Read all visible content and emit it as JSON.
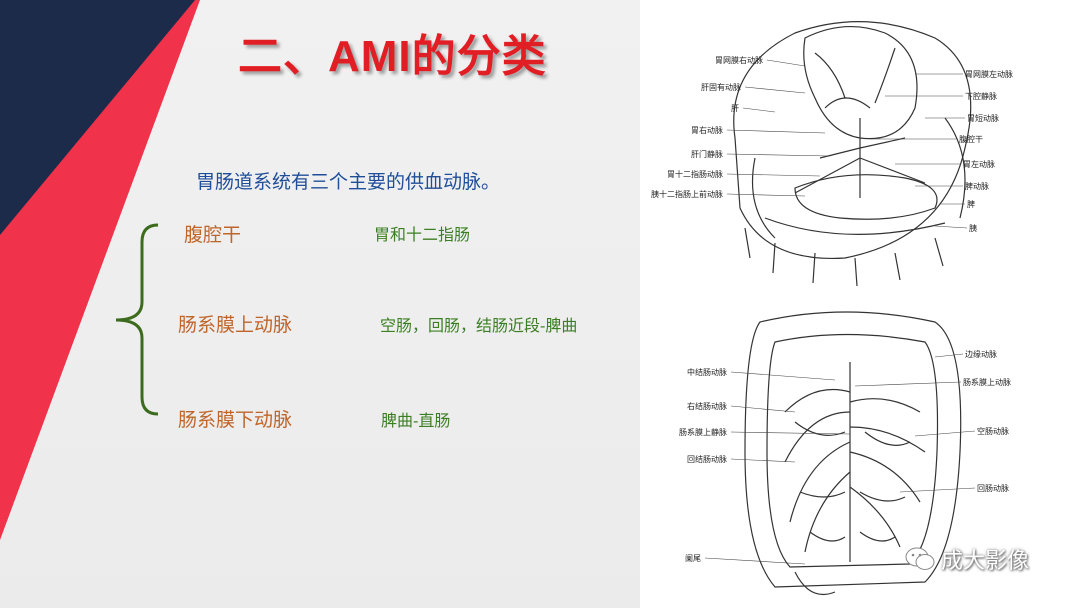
{
  "title": "二、AMI的分类",
  "intro": "胃肠道系统有三个主要的供血动脉。",
  "arteries": [
    {
      "name": "腹腔干",
      "region": "胃和十二指肠"
    },
    {
      "name": "肠系膜上动脉",
      "region": "空肠，回肠，结肠近段-脾曲"
    },
    {
      "name": "肠系膜下动脉",
      "region": "脾曲-直肠"
    }
  ],
  "figure_top": {
    "left_labels": [
      "胃网膜右动脉",
      "肝固有动脉",
      "肝",
      "胃右动脉",
      "肝门静脉",
      "胃十二指肠动脉",
      "胰十二指肠上前动脉"
    ],
    "right_labels": [
      "胃网膜左动脉",
      "下腔静脉",
      "胃短动脉",
      "腹腔干",
      "胃左动脉",
      "脾动脉",
      "脾",
      "胰"
    ]
  },
  "figure_bottom": {
    "left_labels": [
      "中结肠动脉",
      "右结肠动脉",
      "肠系膜上静脉",
      "回结肠动脉",
      "阑尾"
    ],
    "right_labels": [
      "边缘动脉",
      "肠系膜上动脉",
      "空肠动脉",
      "回肠动脉"
    ]
  },
  "watermark": "成大影像",
  "colors": {
    "title": "#e21e25",
    "intro": "#1f4e9a",
    "artery": "#c0652a",
    "region": "#3b7f22",
    "navy": "#1c2b4a",
    "red": "#f0324a",
    "brace": "#3d6b1e"
  }
}
